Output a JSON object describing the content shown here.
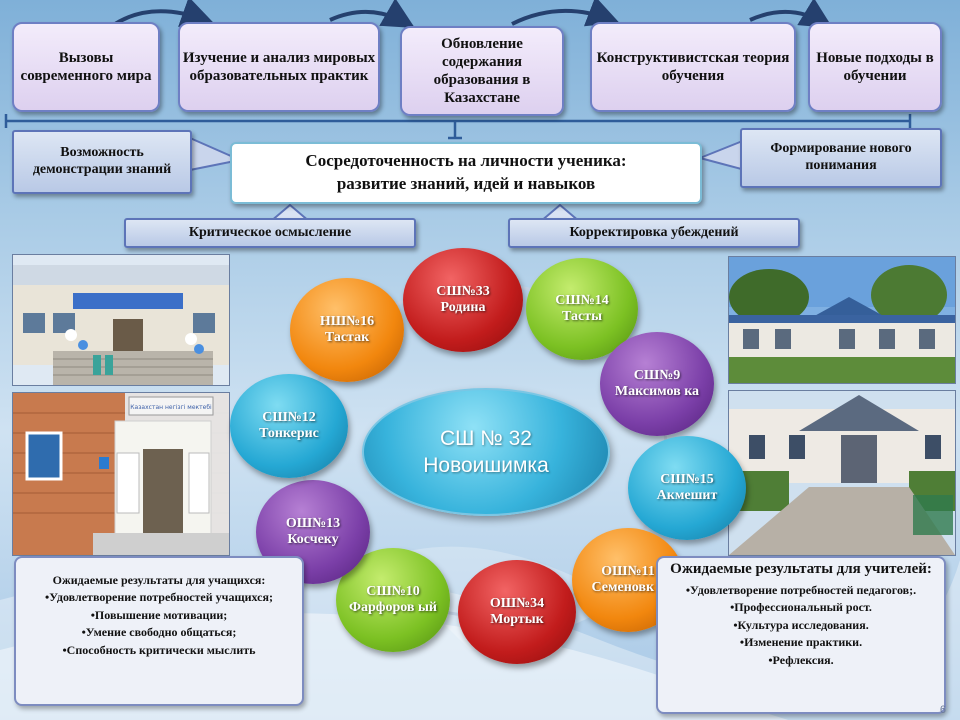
{
  "top_boxes": [
    {
      "label": "Вызовы современного мира"
    },
    {
      "label": "Изучение и анализ мировых образовательных практик"
    },
    {
      "label": "Обновление содержания образования в Казахстане"
    },
    {
      "label": "Конструктивистская теория обучения"
    },
    {
      "label": "Новые подходы в обучении"
    }
  ],
  "side_left": "Возможность демонстрации знаний",
  "side_right": "Формирование нового понимания",
  "central": {
    "line1": "Сосредоточенность на личности ученика:",
    "line2": "развитие знаний, идей и навыков"
  },
  "label_left": "Критическое осмысление",
  "label_right": "Корректировка убеждений",
  "center_school": {
    "line1": "СШ № 32",
    "line2": "Новоишимка"
  },
  "schools": [
    {
      "name": "СШ№33",
      "place": "Родина",
      "color": "red"
    },
    {
      "name": "СШ№14",
      "place": "Тасты",
      "color": "green"
    },
    {
      "name": "СШ№9",
      "place": "Максимов ка",
      "color": "purple"
    },
    {
      "name": "СШ№15",
      "place": "Акмешит",
      "color": "cyan"
    },
    {
      "name": "ОШ№11",
      "place": "Семеновк а",
      "color": "orange"
    },
    {
      "name": "ОШ№34",
      "place": "Мортык",
      "color": "red"
    },
    {
      "name": "СШ№10",
      "place": "Фарфоров ый",
      "color": "green"
    },
    {
      "name": "ОШ№13",
      "place": "Косчеку",
      "color": "purple"
    },
    {
      "name": "СШ№12",
      "place": "Тонкерис",
      "color": "cyan"
    },
    {
      "name": "НШ№16",
      "place": "Тастак",
      "color": "orange"
    }
  ],
  "results_students": {
    "title": "Ожидаемые результаты для учащихся:",
    "items": [
      "•Удовлетворение потребностей учащихся;",
      "•Повышение мотивации;",
      "•Умение свободно общаться;",
      "•Способность критически мыслить"
    ]
  },
  "results_teachers": {
    "title": "Ожидаемые результаты для учителей:",
    "items": [
      "•Удовлетворение потребностей педагогов;.",
      "•Профессиональный рост.",
      "•Культура исследования.",
      "•Изменение практики.",
      "•Рефлексия."
    ]
  },
  "photo_sign": "Казахстан негізгі мектебі",
  "slide_number": "6",
  "colors": {
    "box_border": "#6e7fc4",
    "central_border": "#7bbcd6",
    "arrow": "#25406e",
    "red": "#c21c1c",
    "green": "#7cc123",
    "purple": "#7b3fa8",
    "cyan": "#25a8d4",
    "orange": "#f2870e"
  }
}
